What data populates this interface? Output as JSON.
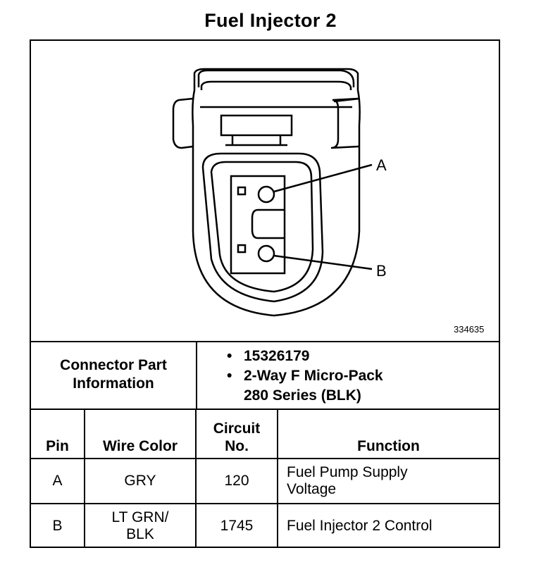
{
  "title": "Fuel Injector 2",
  "diagram": {
    "figure_id": "334635",
    "pin_labels": [
      "A",
      "B"
    ]
  },
  "connector": {
    "label_line1": "Connector Part",
    "label_line2": "Information",
    "items": [
      {
        "line1": "15326179",
        "line2": ""
      },
      {
        "line1": "2-Way F Micro-Pack",
        "line2": "280 Series (BLK)"
      }
    ]
  },
  "table": {
    "headers": {
      "pin": "Pin",
      "wire_color": "Wire Color",
      "circuit_line1": "Circuit",
      "circuit_line2": "No.",
      "function": "Function"
    },
    "rows": [
      {
        "pin": "A",
        "wire_line1": "GRY",
        "wire_line2": "",
        "circuit": "120",
        "function_line1": "Fuel Pump Supply",
        "function_line2": "Voltage"
      },
      {
        "pin": "B",
        "wire_line1": "LT GRN/",
        "wire_line2": "BLK",
        "circuit": "1745",
        "function_line1": "Fuel Injector 2 Control",
        "function_line2": ""
      }
    ]
  }
}
